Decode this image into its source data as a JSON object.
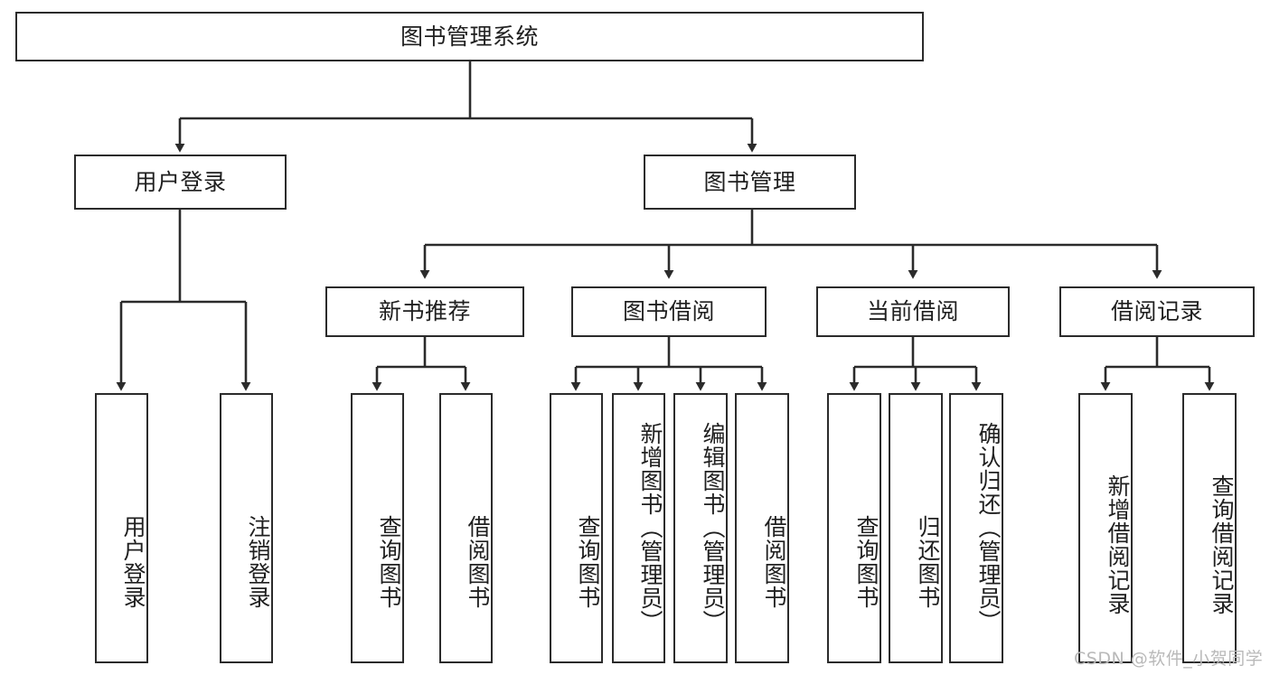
{
  "diagram": {
    "type": "tree-hierarchy",
    "title": "图书管理系统",
    "root": {
      "label": "图书管理系统"
    },
    "level2": [
      {
        "label": "用户登录"
      },
      {
        "label": "图书管理"
      }
    ],
    "level3": [
      {
        "label": "新书推荐"
      },
      {
        "label": "图书借阅"
      },
      {
        "label": "当前借阅"
      },
      {
        "label": "借阅记录"
      }
    ],
    "leaves": {
      "user_login": [
        {
          "label": "用户登录"
        },
        {
          "label": "注销登录"
        }
      ],
      "new_book_recommend": [
        {
          "label": "查询图书"
        },
        {
          "label": "借阅图书"
        }
      ],
      "book_borrow": [
        {
          "label": "查询图书"
        },
        {
          "label": "新增图书（管理员）"
        },
        {
          "label": "编辑图书（管理员）"
        },
        {
          "label": "借阅图书"
        }
      ],
      "current_borrow": [
        {
          "label": "查询图书"
        },
        {
          "label": "归还图书"
        },
        {
          "label": "确认归还（管理员）"
        }
      ],
      "borrow_record": [
        {
          "label": "新增借阅记录"
        },
        {
          "label": "查询借阅记录"
        }
      ]
    }
  },
  "watermark": {
    "text": "CSDN @软件_小贺同学"
  },
  "colors": {
    "stroke": "#2b2b2b",
    "fill": "#ffffff",
    "text": "#1f1f1f",
    "watermark": "#b9b9b9"
  }
}
